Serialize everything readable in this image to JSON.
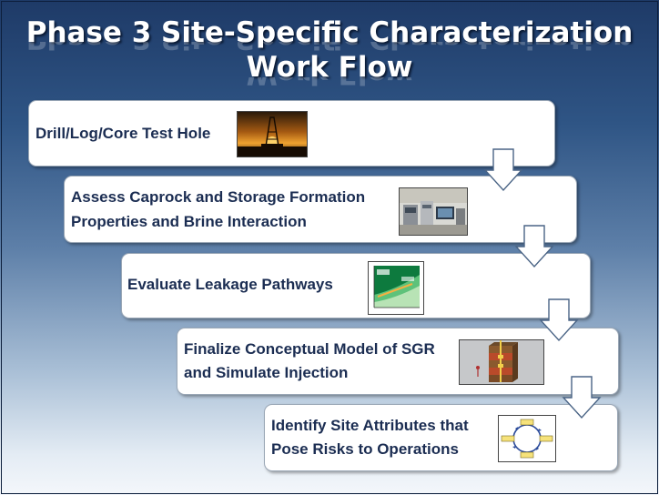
{
  "title": {
    "line1": "Phase 3 Site-Specific Characterization",
    "line2": "Work Flow"
  },
  "steps": [
    {
      "text": "Drill/Log/Core Test Hole",
      "image": "oil-rig-sunset-photo"
    },
    {
      "text_line1": "Assess Caprock and Storage Formation",
      "text_line2": "Properties and Brine Interaction",
      "image": "laboratory-equipment-photo"
    },
    {
      "text": "Evaluate Leakage Pathways",
      "image": "leakage-pathway-chart"
    },
    {
      "text_line1": "Finalize Conceptual Model of SGR",
      "text_line2": "and Simulate Injection",
      "image": "geologic-block-model"
    },
    {
      "text_line1": "Identify Site Attributes that",
      "text_line2": "Pose Risks to Operations",
      "image": "risk-cycle-diagram"
    }
  ],
  "colors": {
    "label_text": "#1b2d52",
    "arrow_fill": "#ffffff",
    "arrow_stroke": "#4a6485"
  }
}
